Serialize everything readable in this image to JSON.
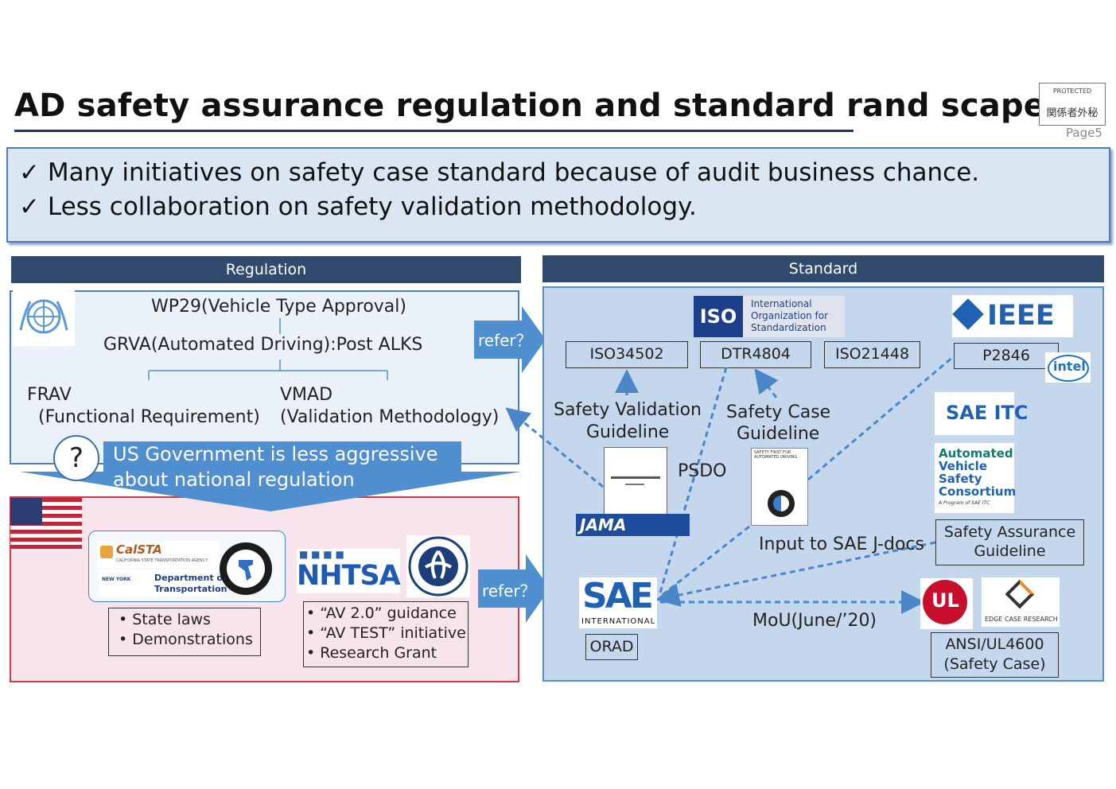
{
  "header": {
    "title": "AD safety assurance regulation and standard rand scape",
    "stamp_line1": "PROTECTED",
    "stamp_line2": "関係者外秘",
    "page": "Page5"
  },
  "key_points": [
    "Many initiatives on safety case standard because of audit business chance.",
    "Less collaboration on safety validation methodology."
  ],
  "regulation": {
    "header": "Regulation",
    "wp29": "WP29(Vehicle Type Approval)",
    "grva": "GRVA(Automated Driving):Post ALKS",
    "frav": "FRAV",
    "frav_desc": "(Functional Requirement)",
    "vmad": "VMAD",
    "vmad_desc": "(Validation Methodology)",
    "us_callout_line1": "US Government is less aggressive",
    "us_callout_line2": "about national regulation",
    "question_mark": "?",
    "calsta_logo": "CalSTA",
    "calsta_sub": "CALIFORNIA STATE TRANSPORTATION AGENCY",
    "ny_logo_line1": "Department of",
    "ny_logo_line2": "Transportation",
    "ny_state": "NEW YORK",
    "nhtsa_logo": "NHTSA",
    "state_items": [
      "• State laws",
      "• Demonstrations"
    ],
    "federal_items": [
      "• “AV 2.0” guidance",
      "• “AV TEST” initiative",
      "• Research Grant"
    ]
  },
  "arrows": {
    "refer_top": "refer？",
    "refer_bottom": "refer？"
  },
  "standard": {
    "header": "Standard",
    "iso_logo": "ISO",
    "iso_org_line1": "International",
    "iso_org_line2": "Organization for",
    "iso_org_line3": "Standardization",
    "ieee_logo": "IEEE",
    "intel_logo": "intel",
    "iso34502": "ISO34502",
    "dtr4804": "DTR4804",
    "iso21448": "ISO21448",
    "p2846": "P2846",
    "svg_line1": "Safety Validation",
    "svg_line2": "Guideline",
    "scg_line1": "Safety Case",
    "scg_line2": "Guideline",
    "psdo": "PSDO",
    "jama_logo": "JAMA",
    "bmw_doc": "SAFETY FIRST FOR AUTOMATED DRIVING",
    "saeitc_logo": "SAE ITC",
    "avsc_line1": "Automated",
    "avsc_line2": "Vehicle",
    "avsc_line3": "Safety",
    "avsc_line4": "Consortium",
    "avsc_sub": "A Program of SAE ITC",
    "sag_line1": "Safety Assurance",
    "sag_line2": "Guideline",
    "input_sae": "Input to SAE J-docs",
    "sae_logo": "SAE",
    "sae_sub": "INTERNATIONAL",
    "orad": "ORAD",
    "mou": "MoU(June/’20)",
    "ul_logo": "UL",
    "ecr_logo": "EDGE CASE RESEARCH",
    "ansi_line1": "ANSI/UL4600",
    "ansi_line2": "(Safety Case)"
  },
  "colors": {
    "navy": "#2f4a6d",
    "arrow_blue": "#4f8fd0",
    "dashed_blue": "#4a86c8",
    "panel_blue": "#c4d7ec",
    "panel_pink": "#f8e4ec",
    "red_border": "#d9364c"
  }
}
